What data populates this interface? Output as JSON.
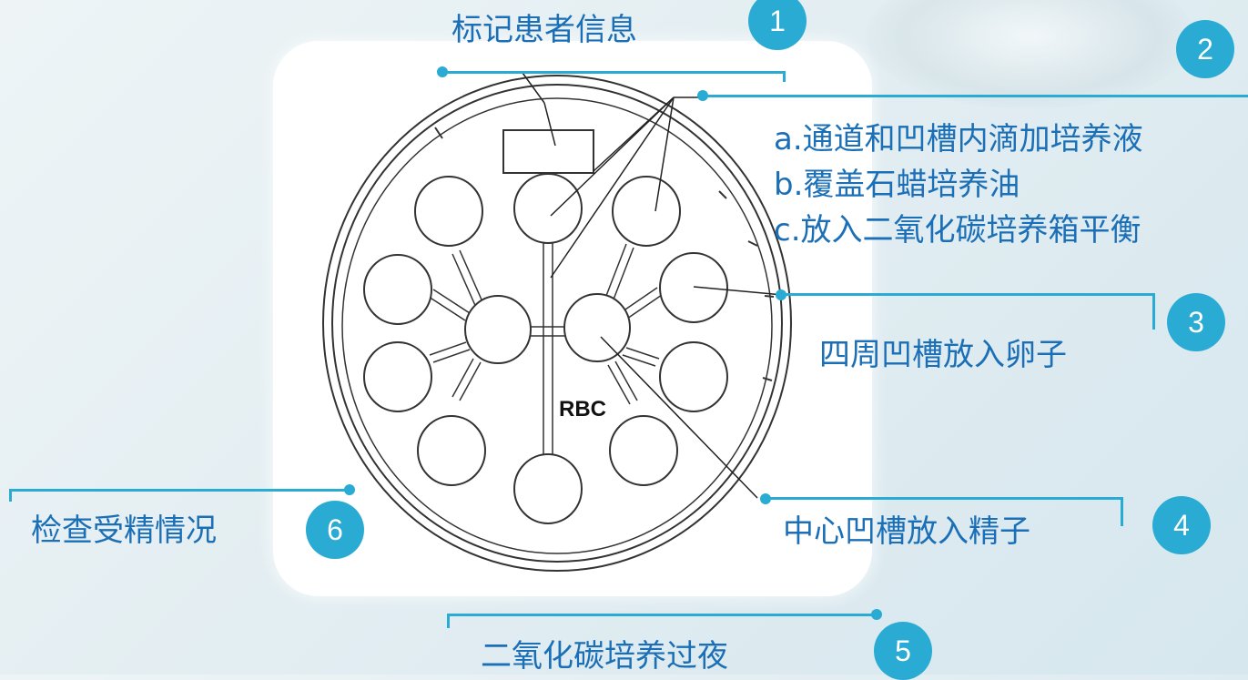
{
  "labels": {
    "step1": "标记患者信息",
    "step2_a": "a.通道和凹槽内滴加培养液",
    "step2_b": "b.覆盖石蜡培养油",
    "step2_c": "c.放入二氧化碳培养箱平衡",
    "step3": "四周凹槽放入卵子",
    "step4": "中心凹槽放入精子",
    "step5": "二氧化碳培养过夜",
    "step6": "检查受精情况",
    "dish_center": "RBC"
  },
  "badges": [
    "1",
    "2",
    "3",
    "4",
    "5",
    "6"
  ],
  "colors": {
    "accent": "#29abd4",
    "label_text": "#1b6fb6",
    "badge_text": "#ffffff",
    "dish_line": "#333333"
  }
}
